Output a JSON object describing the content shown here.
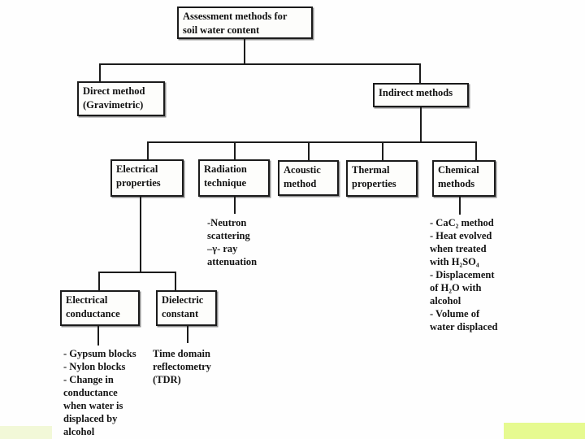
{
  "slide": {
    "background_color": "#fefefe",
    "line_color": "#1b1b1b",
    "accent_bars": {
      "bottom_left_color": "#f2f8d8",
      "bottom_right_color": "#e6fa90"
    }
  },
  "diagram": {
    "type": "flowchart",
    "title": "Assessment methods for soil water content",
    "nodes": {
      "root": {
        "lines": [
          "Assessment methods for",
          "soil water content"
        ]
      },
      "direct": {
        "lines": [
          "Direct method",
          "(Gravimetric)"
        ]
      },
      "indirect": {
        "lines": [
          "Indirect methods"
        ]
      },
      "electrical": {
        "lines": [
          "Electrical",
          "properties"
        ]
      },
      "radiation": {
        "lines": [
          "Radiation",
          "technique"
        ]
      },
      "acoustic": {
        "lines": [
          "Acoustic",
          "method"
        ]
      },
      "thermal": {
        "lines": [
          "Thermal",
          "properties"
        ]
      },
      "chemical": {
        "lines": [
          "Chemical",
          "methods"
        ]
      },
      "conductance": {
        "lines": [
          "Electrical",
          "conductance"
        ]
      },
      "dielectric": {
        "lines": [
          "Dielectric",
          "constant"
        ]
      }
    },
    "notes": {
      "radiation_notes": {
        "lines": [
          "-Neutron",
          "scattering",
          "–γ- ray",
          "attenuation"
        ]
      },
      "chemical_notes": {
        "lines": [
          "- CaC₂ method",
          "- Heat evolved",
          "when treated",
          "with H₂SO₄",
          "- Displacement",
          "of H₂O with",
          "alcohol",
          "- Volume of",
          "water displaced"
        ]
      },
      "conductance_notes": {
        "lines": [
          "- Gypsum blocks",
          "- Nylon blocks",
          "- Change in",
          "conductance",
          "when water is",
          "displaced by",
          "alcohol"
        ]
      },
      "dielectric_notes": {
        "lines": [
          "Time domain",
          "reflectometry",
          "(TDR)"
        ]
      }
    },
    "edges": [
      {
        "from": "root",
        "to": "direct"
      },
      {
        "from": "root",
        "to": "indirect"
      },
      {
        "from": "indirect",
        "to": "electrical"
      },
      {
        "from": "indirect",
        "to": "radiation"
      },
      {
        "from": "indirect",
        "to": "acoustic"
      },
      {
        "from": "indirect",
        "to": "thermal"
      },
      {
        "from": "indirect",
        "to": "chemical"
      },
      {
        "from": "electrical",
        "to": "conductance"
      },
      {
        "from": "electrical",
        "to": "dielectric"
      },
      {
        "from": "radiation",
        "to": "radiation_notes"
      },
      {
        "from": "chemical",
        "to": "chemical_notes"
      },
      {
        "from": "conductance",
        "to": "conductance_notes"
      },
      {
        "from": "dielectric",
        "to": "dielectric_notes"
      }
    ]
  }
}
